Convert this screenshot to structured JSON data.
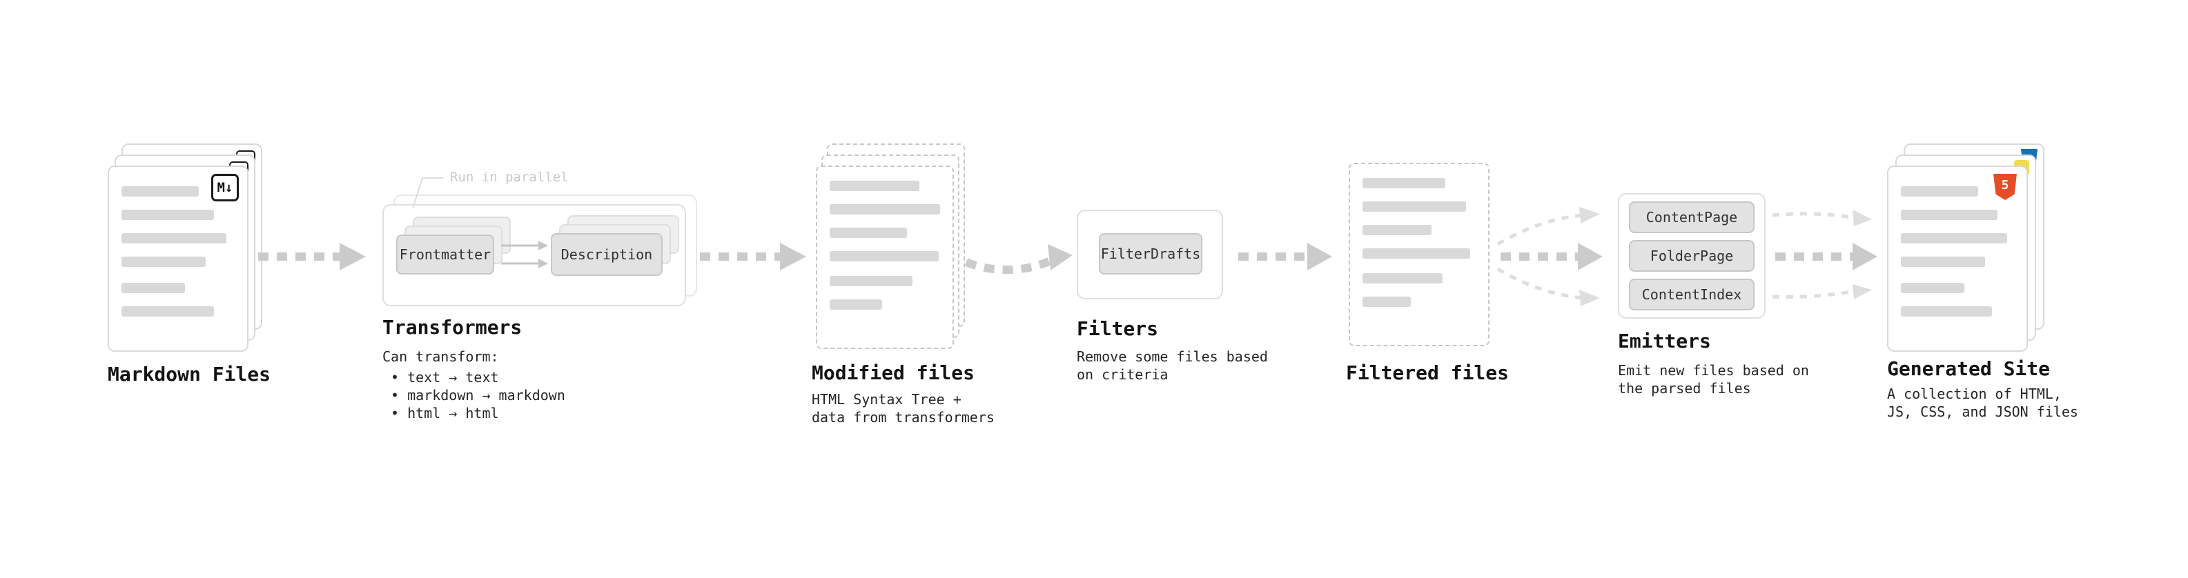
{
  "colors": {
    "arrow_bold": "#cbcbcb",
    "arrow_light": "#dedede",
    "skeleton": "#d9d9d9",
    "card_border": "#d9d9d9",
    "node_bg": "#e2e2e2",
    "node_border": "#c7c7c7",
    "html5_orange": "#e44d26",
    "css_blue": "#1572b6",
    "js_yellow": "#f0db4f",
    "title_text": "#141414",
    "body_text": "#262626",
    "muted_text": "#c9c9c9"
  },
  "markdown_files": {
    "label": "Markdown Files",
    "badge": "M↓"
  },
  "transformers": {
    "parallel_note": "Run in parallel",
    "nodes": [
      "Frontmatter",
      "Description"
    ],
    "label": "Transformers",
    "desc_title": "Can transform:",
    "bullets": [
      "• text → text",
      "• markdown → markdown",
      "• html → html"
    ]
  },
  "modified_files": {
    "label": "Modified files",
    "desc": [
      "HTML Syntax Tree +",
      "data from transformers"
    ]
  },
  "filters": {
    "node": "FilterDrafts",
    "label": "Filters",
    "desc": [
      "Remove some files based",
      "on criteria"
    ]
  },
  "filtered_files": {
    "label": "Filtered files"
  },
  "emitters": {
    "nodes": [
      "ContentPage",
      "FolderPage",
      "ContentIndex"
    ],
    "label": "Emitters",
    "desc": [
      "Emit new files based on",
      "the parsed files"
    ]
  },
  "generated_site": {
    "label": "Generated Site",
    "badge": "5",
    "desc": [
      "A collection of HTML,",
      "JS, CSS, and JSON files"
    ]
  }
}
